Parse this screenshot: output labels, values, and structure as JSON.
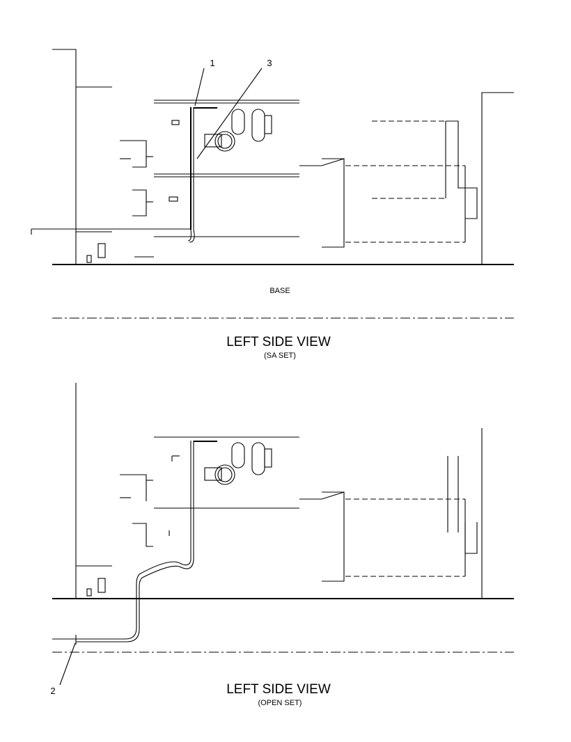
{
  "callouts": {
    "item_1": "1",
    "item_2": "2",
    "item_3": "3"
  },
  "top_view": {
    "base_label": "BASE",
    "title": "LEFT SIDE VIEW",
    "subtitle": "(SA SET)"
  },
  "bottom_view": {
    "title": "LEFT SIDE VIEW",
    "subtitle": "(OPEN SET)"
  }
}
